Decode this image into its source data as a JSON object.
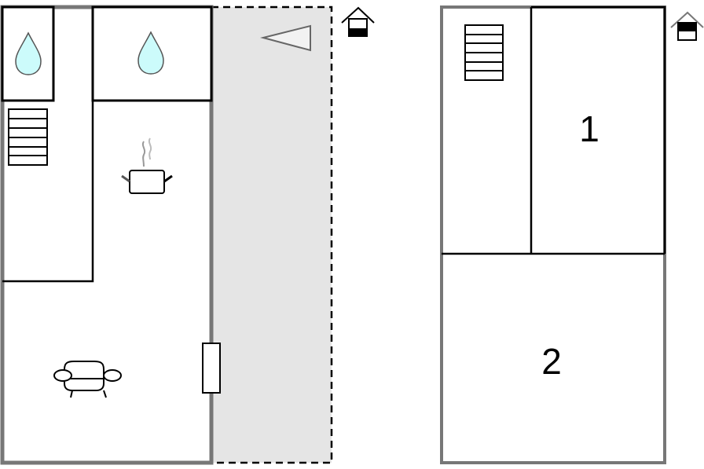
{
  "floors": [
    {
      "name": "ground-floor",
      "rooms": [
        "bathroom",
        "bathroom",
        "hall",
        "kitchen",
        "living-room",
        "terrace"
      ]
    },
    {
      "name": "upper-floor",
      "rooms": [
        {
          "label": "1"
        },
        {
          "label": "2"
        }
      ]
    }
  ],
  "colors": {
    "wall": "#777777",
    "inner_wall": "#000000",
    "terrace": "#e5e5e5",
    "water": "#ccfbfb"
  },
  "icons": [
    "water-drop-icon",
    "stairs-icon",
    "cooking-pot-icon",
    "sofa-icon",
    "house-level-icon",
    "compass-arrow-icon",
    "door-icon"
  ]
}
